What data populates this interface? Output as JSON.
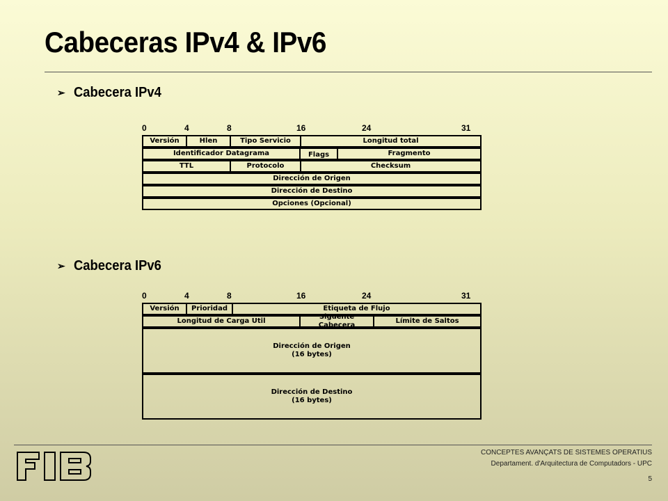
{
  "title": "Cabeceras IPv4 & IPv6",
  "bullets": {
    "ipv4": "Cabecera IPv4",
    "ipv6": "Cabecera IPv6"
  },
  "bit_labels": [
    "0",
    "4",
    "8",
    "16",
    "24",
    "31"
  ],
  "ipv4": {
    "row1": [
      "Versión",
      "Hlen",
      "Tipo Servicio",
      "Longitud total"
    ],
    "row2": [
      "Identificador Datagrama",
      "Flags",
      "Fragmento"
    ],
    "row3": [
      "TTL",
      "Protocolo",
      "Checksum"
    ],
    "row4": "Dirección de Origen",
    "row5": "Dirección de Destino",
    "row6": "Opciones (Opcional)"
  },
  "ipv6": {
    "row1": [
      "Versión",
      "Prioridad",
      "Etiqueta de Flujo"
    ],
    "row2": [
      "Longitud de Carga Util",
      "Siguente Cabecera",
      "Límite de Saltos"
    ],
    "src": [
      "Dirección de Origen",
      "(16 bytes)"
    ],
    "dst": [
      "Dirección de Destino",
      "(16 bytes)"
    ]
  },
  "footer": {
    "course": "CONCEPTES AVANÇATS DE SISTEMES OPERATIUS",
    "dept": "Departament. d'Arquitectura de Computadors - UPC",
    "page": "5"
  },
  "logo_text": "FIB"
}
